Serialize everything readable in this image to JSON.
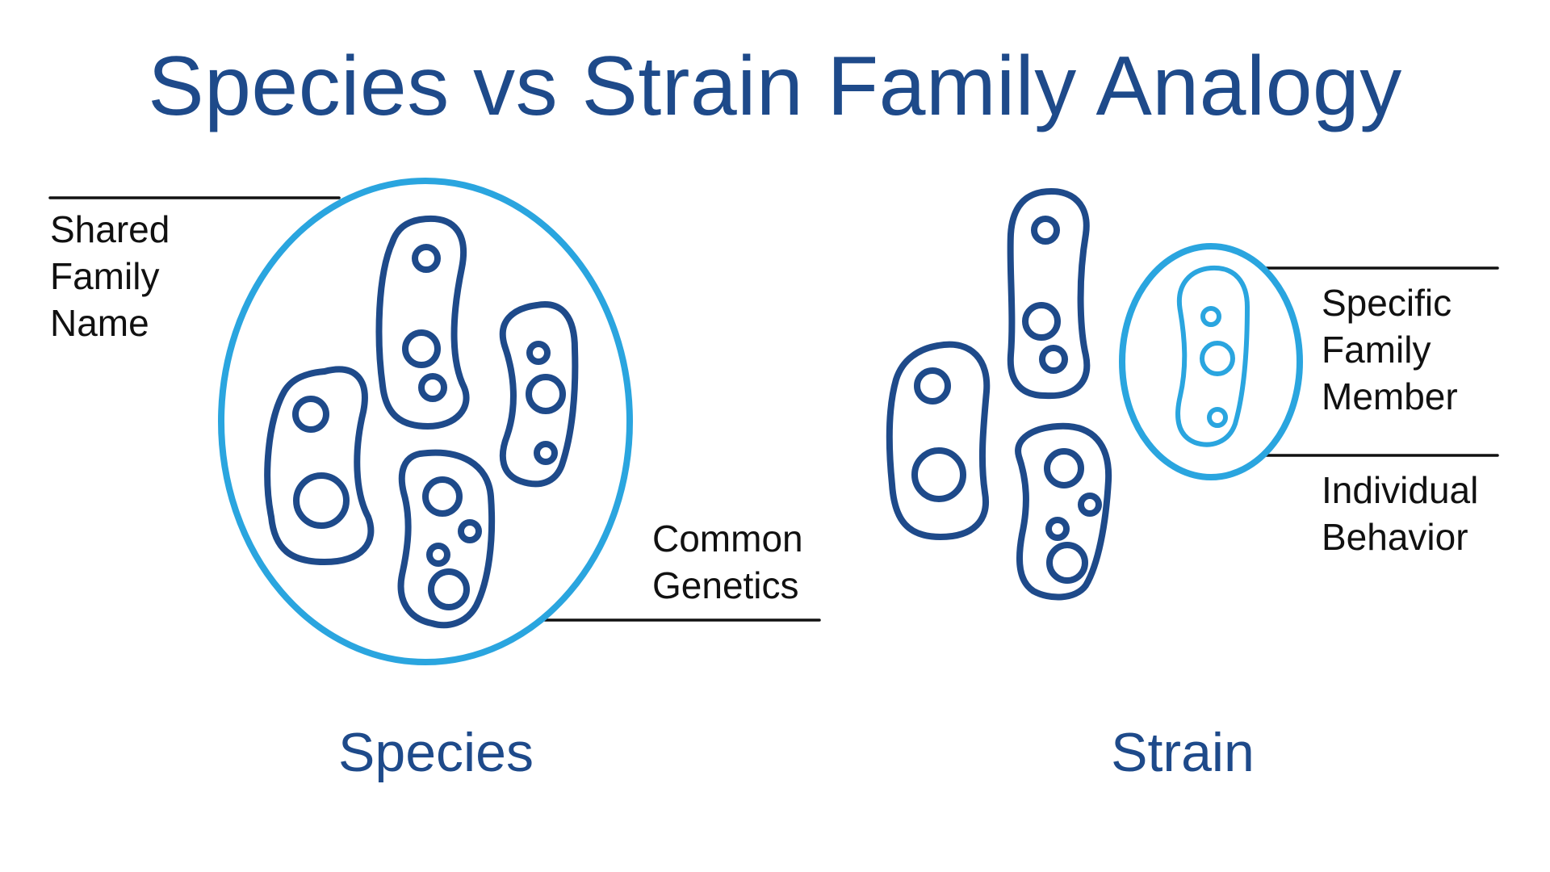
{
  "title": "Species vs Strain Family Analogy",
  "colors": {
    "title": "#1e4a8a",
    "cell_outline": "#1e4a8a",
    "highlight": "#2aa5df",
    "leader_line": "#111111",
    "label_text": "#111111"
  },
  "species": {
    "caption": "Species",
    "label_shared": [
      "Shared",
      "Family",
      "Name"
    ],
    "label_common": [
      "Common",
      "Genetics"
    ]
  },
  "strain": {
    "caption": "Strain",
    "label_specific": [
      "Specific",
      "Family",
      "Member"
    ],
    "label_individual": [
      "Individual",
      "Behavior"
    ]
  }
}
